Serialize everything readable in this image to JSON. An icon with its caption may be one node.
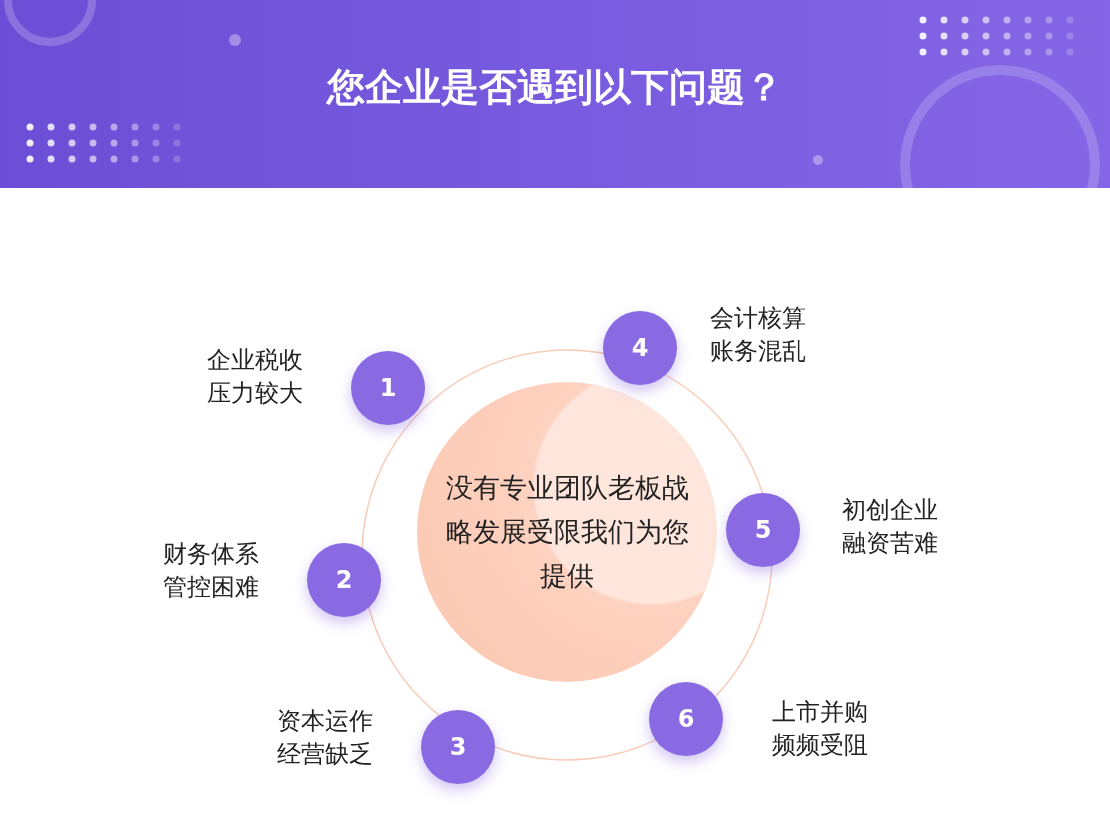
{
  "diagram": {
    "title": "您企业是否遇到以下问题？",
    "nodes": [
      {
        "text": [
          "没有专业团队老板战略发展受限我们为您提供"
        ]
      },
      {
        "text": [
          "1"
        ],
        "beside": [
          "企业税收压力较大"
        ]
      },
      {
        "text": [
          "2"
        ],
        "beside": [
          "财务体系管控困难"
        ]
      },
      {
        "text": [
          "3"
        ],
        "beside": [
          "资本运作经营缺乏"
        ]
      },
      {
        "text": [
          "4"
        ],
        "beside": [
          "会计核算账务混乱"
        ]
      },
      {
        "text": [
          "5"
        ],
        "beside": [
          "初创企业融资苦难"
        ]
      },
      {
        "text": [
          "6"
        ],
        "beside": [
          "上市并购频频受阻"
        ]
      }
    ],
    "edges": []
  }
}
